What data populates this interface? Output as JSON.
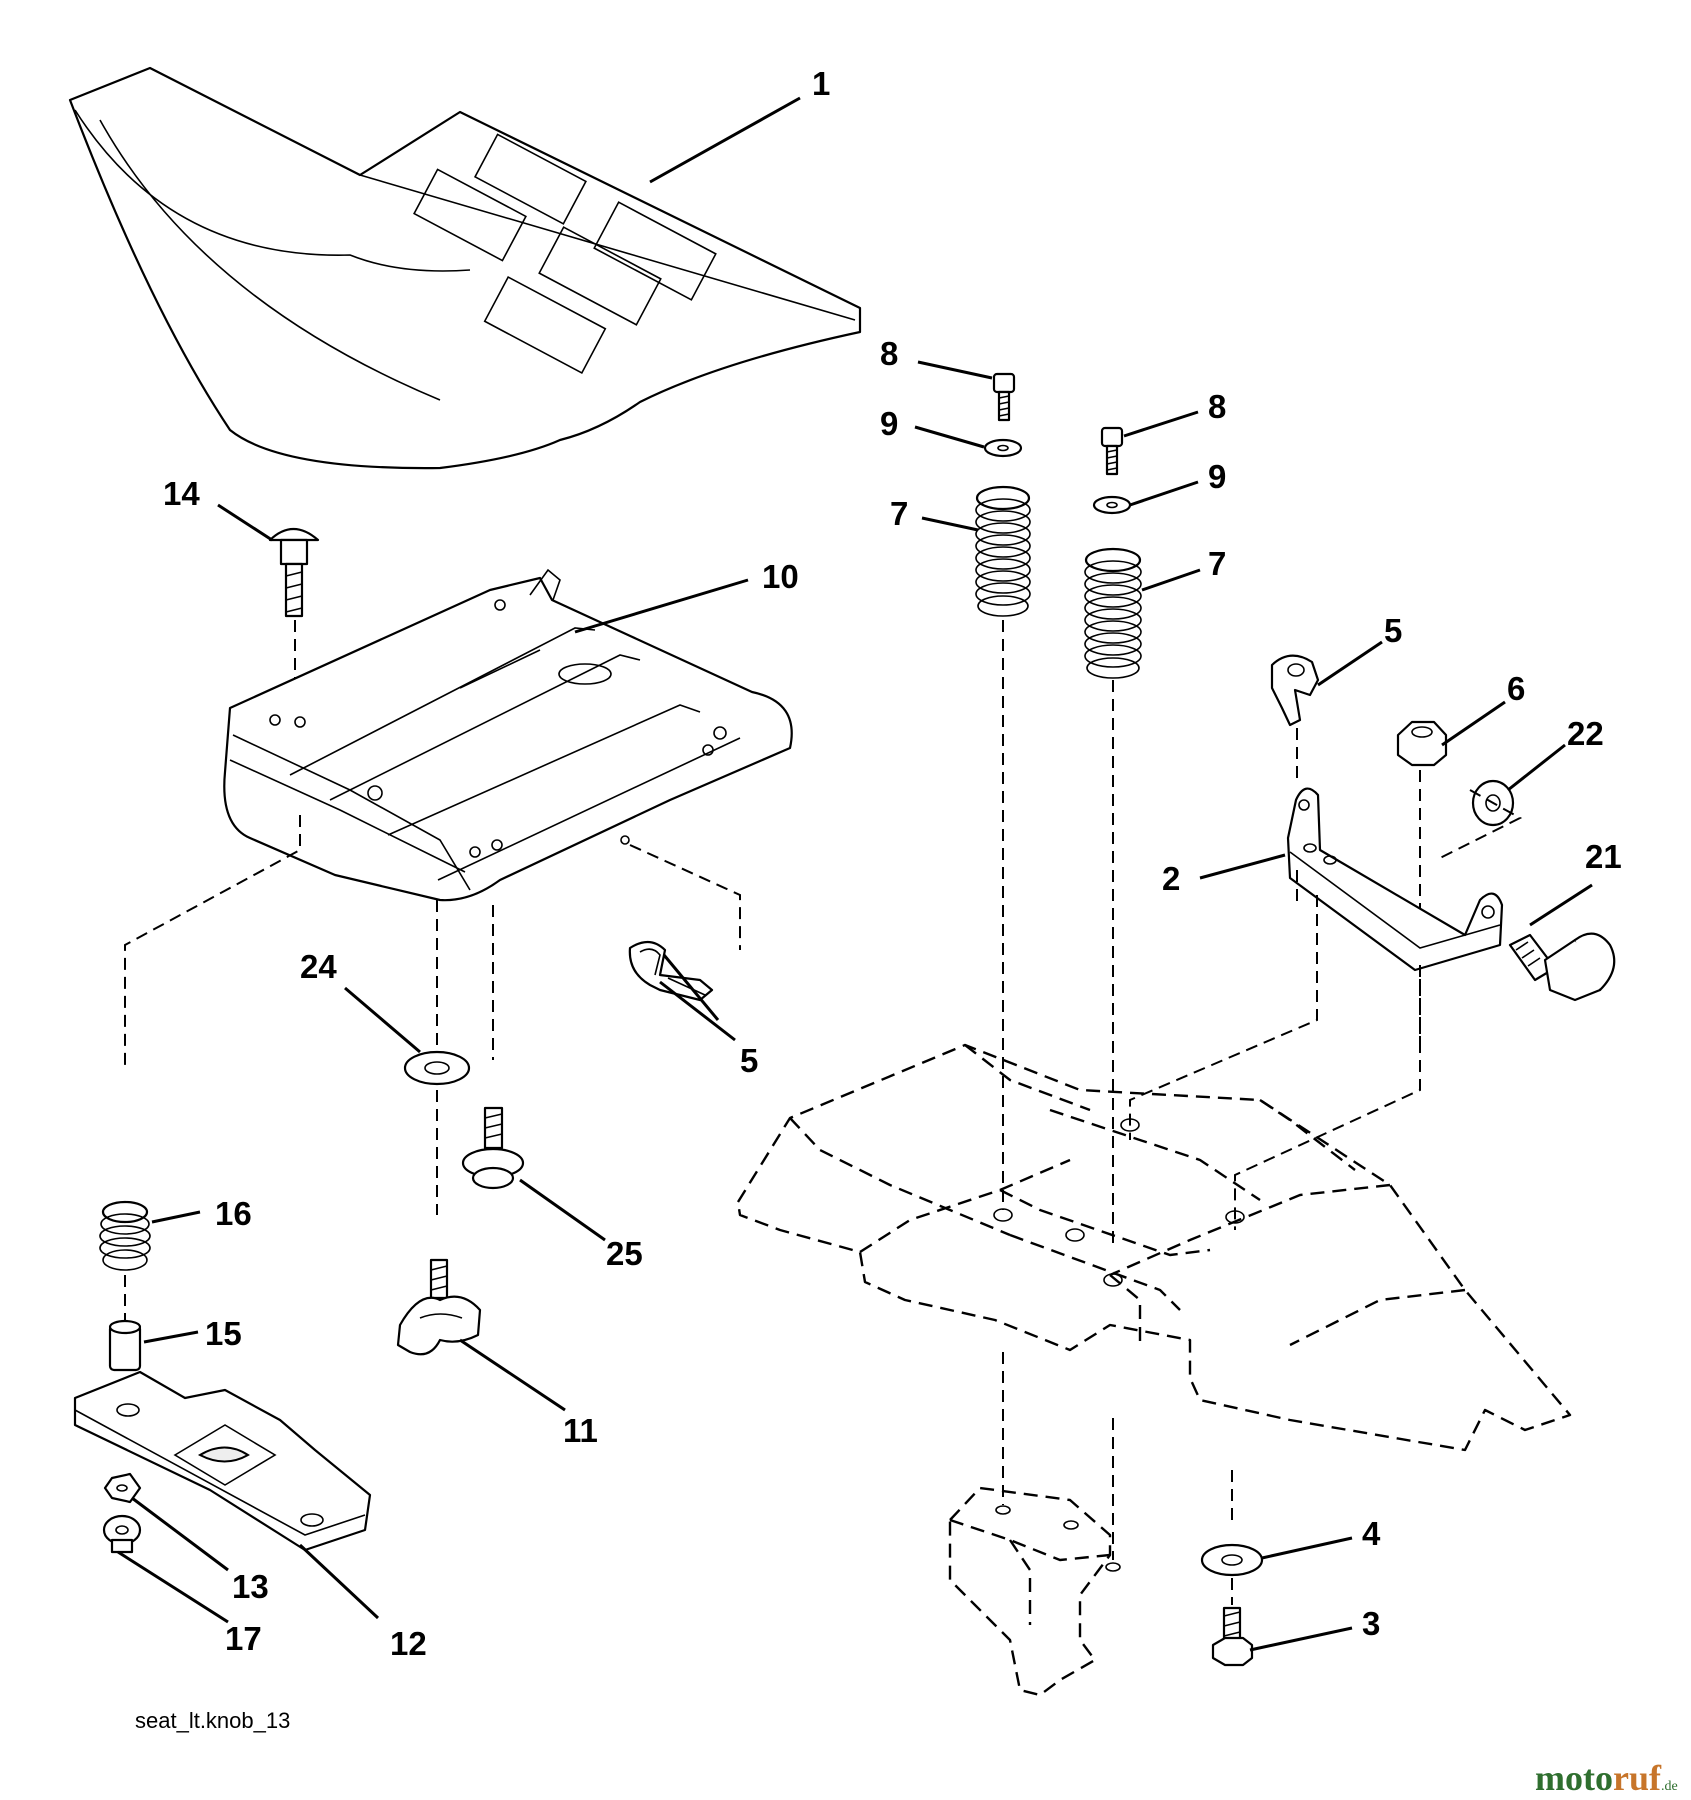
{
  "callouts": [
    "1",
    "14",
    "10",
    "8",
    "9",
    "7",
    "8",
    "9",
    "7",
    "5",
    "6",
    "22",
    "2",
    "21",
    "24",
    "5",
    "25",
    "16",
    "15",
    "11",
    "13",
    "17",
    "12",
    "4",
    "3"
  ],
  "caption": "seat_lt.knob_13",
  "watermark": {
    "part1": "moto",
    "part2": "ruf",
    "suffix": ".de"
  },
  "colors": {
    "line": "#000000",
    "background": "#ffffff",
    "watermark_green": "#2f6f2f",
    "watermark_orange": "#c7752a"
  }
}
